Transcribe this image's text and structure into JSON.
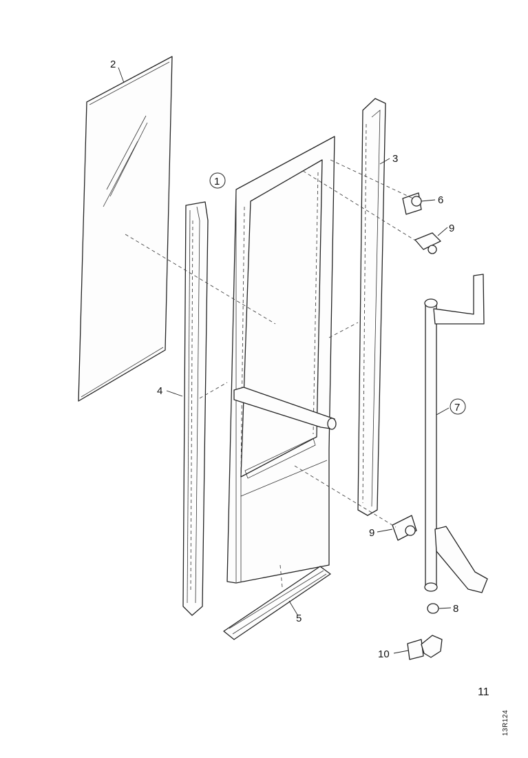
{
  "diagram": {
    "callouts": {
      "c1": "1",
      "c2": "2",
      "c3": "3",
      "c4": "4",
      "c5": "5",
      "c6": "6",
      "c7": "7",
      "c8": "8",
      "c9a": "9",
      "c9b": "9",
      "c10": "10"
    },
    "page_number": "11",
    "drawing_code": "13R124"
  }
}
